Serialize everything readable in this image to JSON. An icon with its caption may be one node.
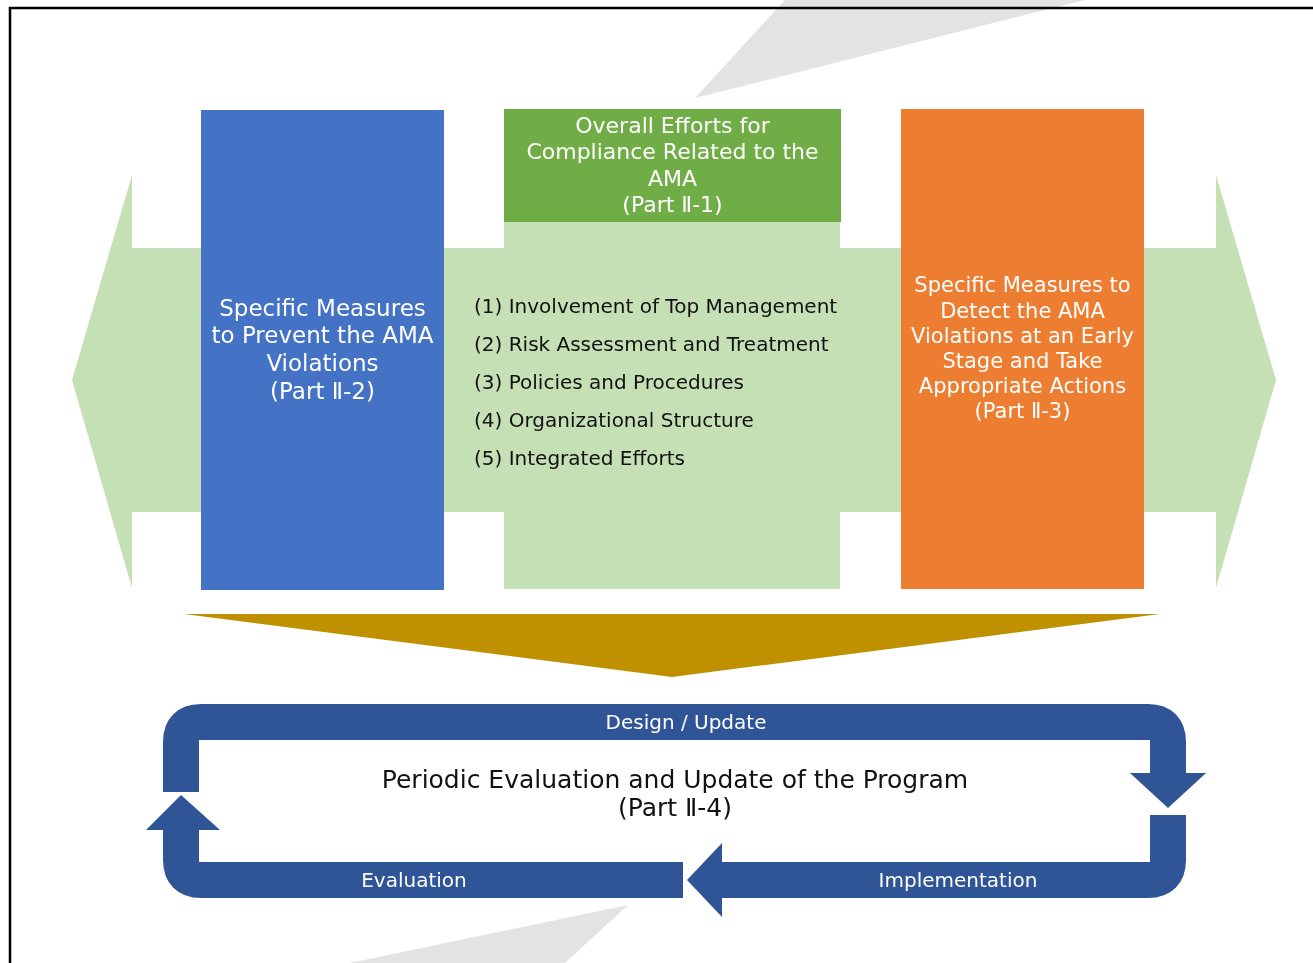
{
  "diagram": {
    "nodes": [
      {
        "text": [
          "Specific Measures to Prevent the AMA Violations",
          "(Part Ⅱ-2)"
        ]
      },
      {
        "text": [
          "Overall Efforts for Compliance Related to the AMA",
          "(Part Ⅱ-1)",
          "(1) Involvement of Top Management",
          "(2) Risk Assessment and Treatment",
          "(3) Policies and Procedures",
          "(4) Organizational Structure",
          "(5) Integrated Efforts"
        ]
      },
      {
        "text": [
          "Specific Measures to Detect the AMA Violations at an Early Stage and Take Appropriate Actions",
          "(Part Ⅱ-3)"
        ]
      },
      {
        "text": [
          "Periodic Evaluation and Update of the Program",
          "(Part Ⅱ-4)"
        ]
      }
    ],
    "labels": [
      "Design / Update",
      "Implementation",
      "Evaluation"
    ]
  }
}
